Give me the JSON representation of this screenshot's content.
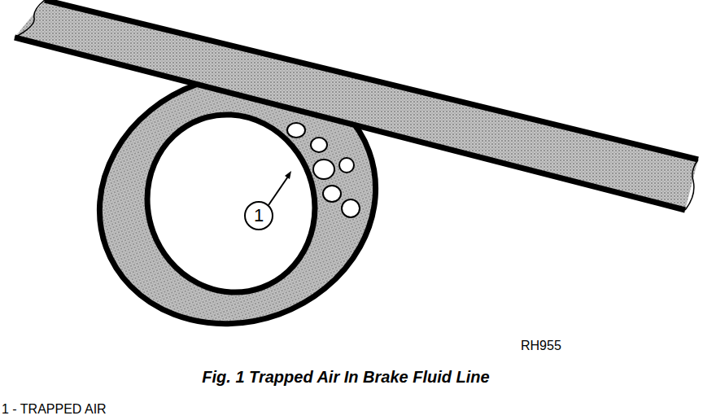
{
  "diagram": {
    "caption": "Fig. 1 Trapped Air In Brake Fluid Line",
    "nodes": [
      {
        "text": [
          "1"
        ]
      }
    ],
    "labels": [
      "RH955",
      "1 - TRAPPED AIR"
    ]
  }
}
